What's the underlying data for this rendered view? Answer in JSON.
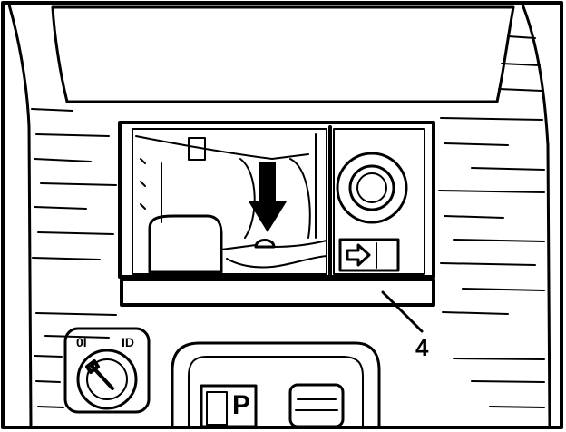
{
  "diagram": {
    "callout": {
      "label": "4"
    },
    "switch": {
      "left_label": "0I",
      "right_label": "ID"
    },
    "shifter": {
      "gear_label": "P"
    },
    "colors": {
      "ink": "#000000",
      "paper": "#ffffff"
    },
    "icons": [
      "down-arrow-icon",
      "right-arrow-icon",
      "ignition-key-icon"
    ]
  }
}
